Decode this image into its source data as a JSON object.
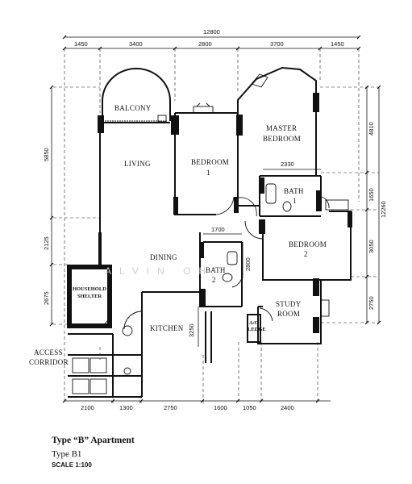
{
  "dimensions": {
    "overall_top": "12800",
    "top": [
      "1450",
      "3400",
      "2800",
      "3700",
      "1450"
    ],
    "bottom": [
      "2100",
      "1300",
      "2750",
      "1600",
      "1050",
      "2400"
    ],
    "left": [
      "5850",
      "2125",
      "2675"
    ],
    "right_inner": [
      "4810",
      "1650",
      "3050",
      "2750"
    ],
    "right_overall": "12260",
    "bath1_width": "2330",
    "bath2_width": "1700",
    "bath2_depth": "2800",
    "kitchen_depth": "3250"
  },
  "rooms": {
    "balcony": "BALCONY",
    "living": "LIVING",
    "bedroom1": "BEDROOM",
    "bedroom1_num": "1",
    "master": "MASTER",
    "master_2": "BEDROOM",
    "bath1": "BATH",
    "bath1_num": "1",
    "dining": "DINING",
    "bedroom2": "BEDROOM",
    "bedroom2_num": "2",
    "bath2": "BATH",
    "bath2_num": "2",
    "shelter": "HOUSEHOLD",
    "shelter_2": "SHELTER",
    "kitchen": "KITCHEN",
    "study": "STUDY",
    "study_2": "ROOM",
    "ac": "A/C",
    "ac_2": "LEDGE",
    "access": "ACCESS",
    "access_2": "CORRIDOR"
  },
  "watermark": "ALVIN OH",
  "caption": {
    "title": "Type “B” Apartment",
    "type": "Type B1",
    "scale": "SCALE 1:100"
  }
}
